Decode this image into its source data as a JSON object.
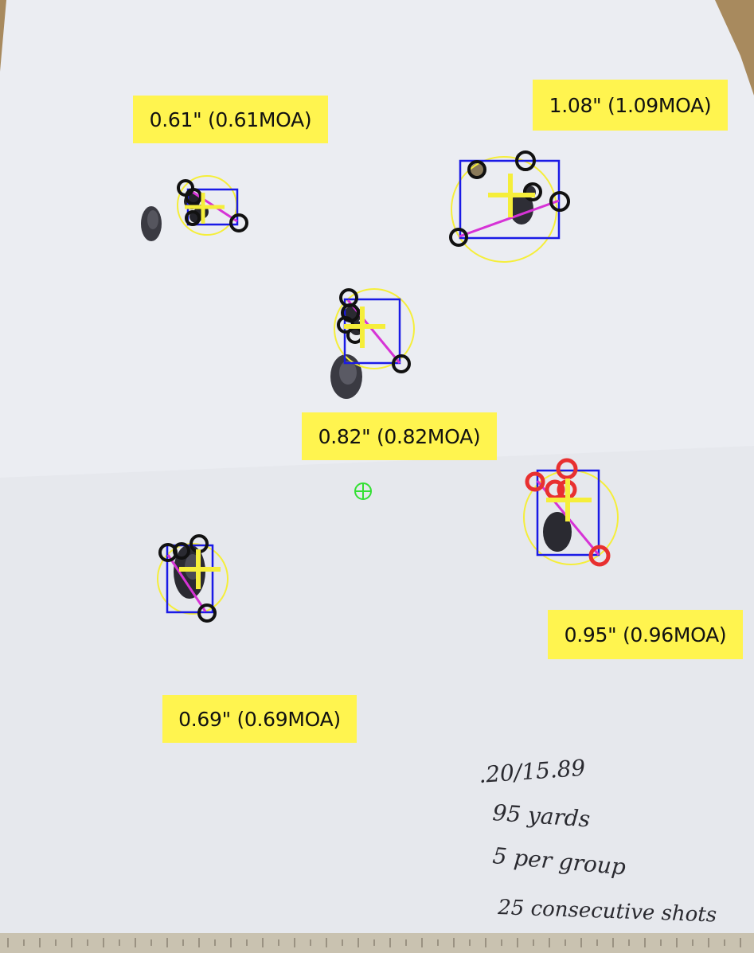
{
  "groups": [
    {
      "id": "g1",
      "label": "0.61\" (0.61MOA)"
    },
    {
      "id": "g2",
      "label": "1.08\" (1.09MOA)"
    },
    {
      "id": "g3",
      "label": "0.82\" (0.82MOA)"
    },
    {
      "id": "g4",
      "label": "0.95\" (0.96MOA)"
    },
    {
      "id": "g5",
      "label": "0.69\" (0.69MOA)"
    }
  ],
  "notes": {
    "line1": ".20/15.89",
    "line2": "95 yards",
    "line3": "5 per group",
    "line4": "25 consecutive shots"
  },
  "colors": {
    "label_bg": "#fff44f",
    "bounding_box": "#1a1ae6",
    "extreme_spread_line": "#d633d6",
    "center_cross": "#f5ee3a",
    "group_circle": "#f5ee3a",
    "hole_marker": "#111111",
    "hole_marker_alt": "#e83030",
    "aim_point": "#33e033"
  }
}
